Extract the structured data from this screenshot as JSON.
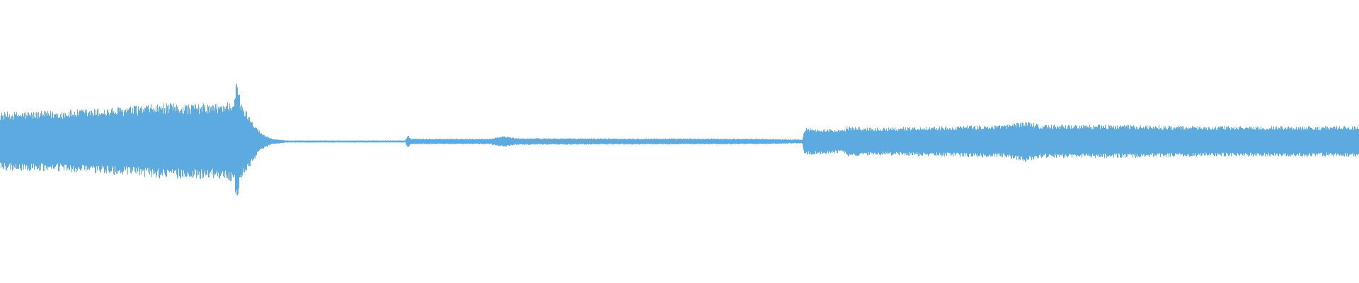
{
  "waveform": {
    "color": "#5DAAE0",
    "background": "#FFFFFF",
    "amplitude_profile": [
      {
        "t": 0.0,
        "a": 0.105
      },
      {
        "t": 0.04,
        "a": 0.11
      },
      {
        "t": 0.08,
        "a": 0.12
      },
      {
        "t": 0.12,
        "a": 0.135
      },
      {
        "t": 0.16,
        "a": 0.135
      },
      {
        "t": 0.172,
        "a": 0.15
      },
      {
        "t": 0.174,
        "a": 0.225
      },
      {
        "t": 0.177,
        "a": 0.14
      },
      {
        "t": 0.185,
        "a": 0.08
      },
      {
        "t": 0.192,
        "a": 0.03
      },
      {
        "t": 0.2,
        "a": 0.01
      },
      {
        "t": 0.21,
        "a": 0.004
      },
      {
        "t": 0.298,
        "a": 0.004
      },
      {
        "t": 0.3,
        "a": 0.025
      },
      {
        "t": 0.302,
        "a": 0.01
      },
      {
        "t": 0.36,
        "a": 0.01
      },
      {
        "t": 0.37,
        "a": 0.02
      },
      {
        "t": 0.38,
        "a": 0.012
      },
      {
        "t": 0.56,
        "a": 0.01
      },
      {
        "t": 0.59,
        "a": 0.007
      },
      {
        "t": 0.592,
        "a": 0.05
      },
      {
        "t": 0.61,
        "a": 0.045
      },
      {
        "t": 0.621,
        "a": 0.04
      },
      {
        "t": 0.623,
        "a": 0.055
      },
      {
        "t": 0.64,
        "a": 0.05
      },
      {
        "t": 0.7,
        "a": 0.055
      },
      {
        "t": 0.74,
        "a": 0.06
      },
      {
        "t": 0.755,
        "a": 0.075
      },
      {
        "t": 0.765,
        "a": 0.06
      },
      {
        "t": 0.82,
        "a": 0.06
      },
      {
        "t": 0.88,
        "a": 0.055
      },
      {
        "t": 0.94,
        "a": 0.055
      },
      {
        "t": 1.0,
        "a": 0.055
      }
    ]
  }
}
